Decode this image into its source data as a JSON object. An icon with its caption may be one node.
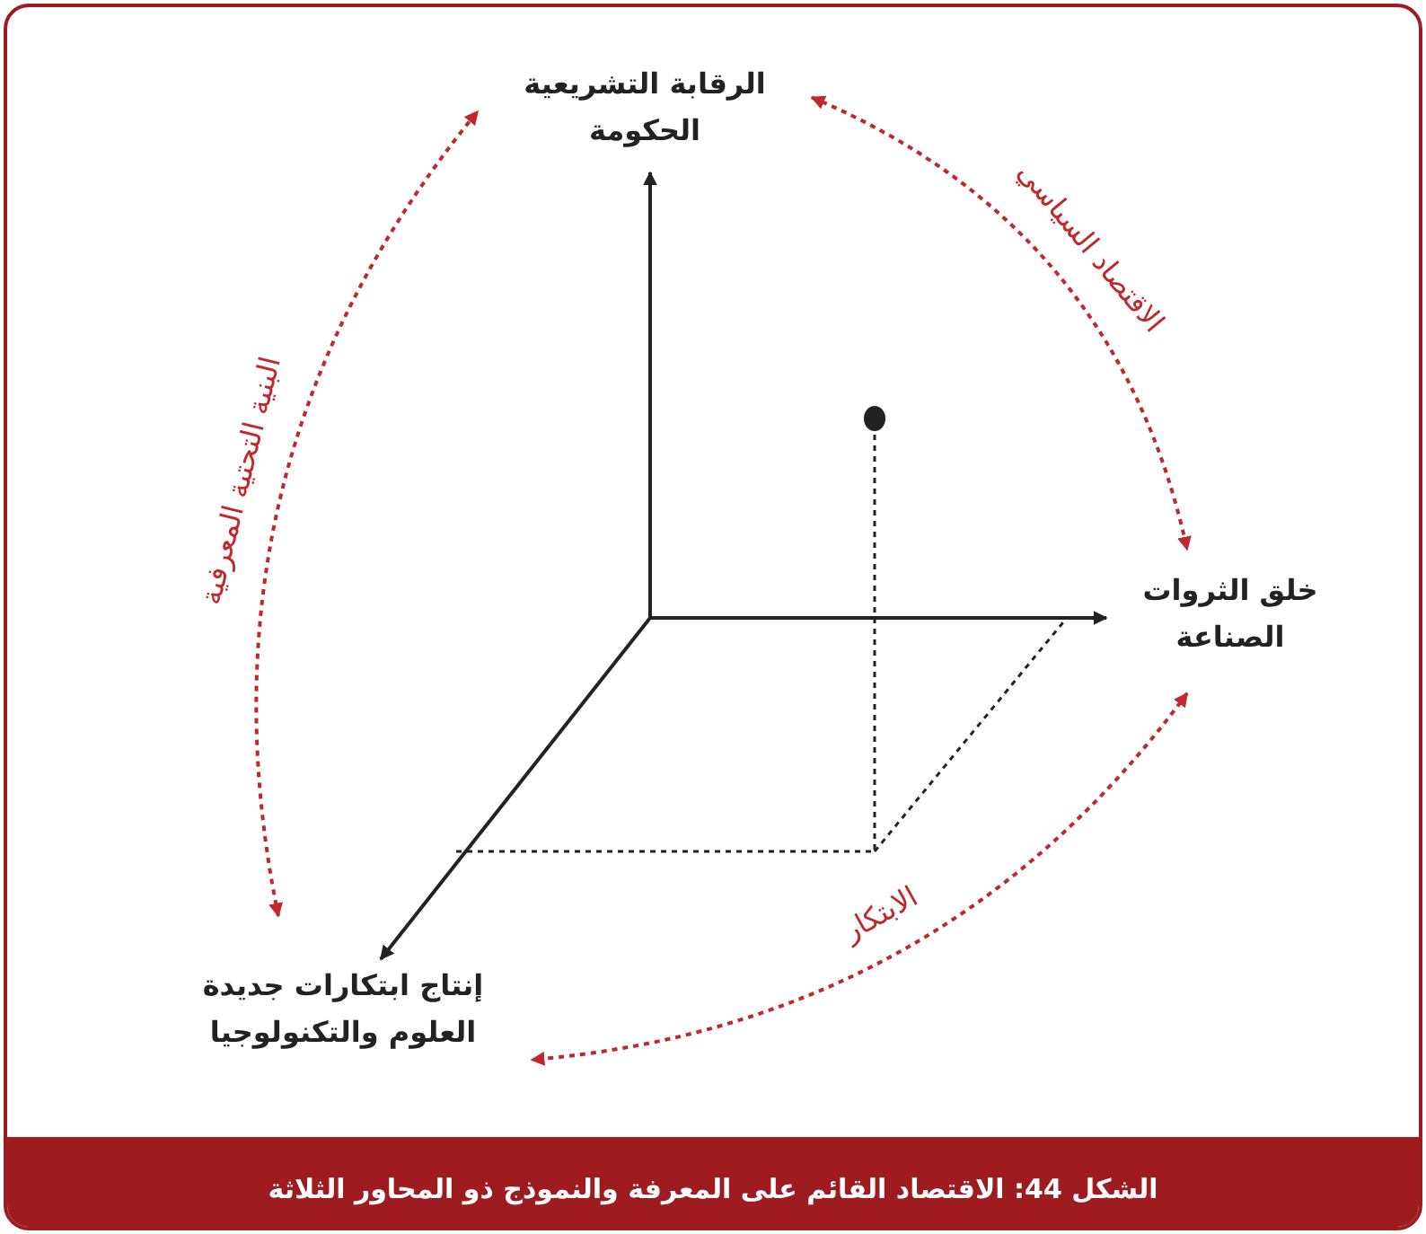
{
  "diagram": {
    "caption": "الشكل 44: الاقتصاد القائم على المعرفة والنموذج ذو المحاور الثلاثة",
    "nodes": [
      {
        "text": [
          "الرقابة التشريعية الحكومة"
        ]
      },
      {
        "text": [
          "خلق الثروات الصناعة"
        ]
      },
      {
        "text": [
          "إنتاج ابتكارات جديدة العلوم والتكنولوجيا"
        ]
      }
    ],
    "edges": [
      {
        "from": 0,
        "to": 1,
        "arrow": "both",
        "style": "dashed",
        "label": "الاقتصاد السياسي"
      },
      {
        "from": 1,
        "to": 2,
        "arrow": "both",
        "style": "dashed",
        "label": "الابتكار"
      },
      {
        "from": 2,
        "to": 0,
        "arrow": "both",
        "style": "dashed",
        "label": "البنية التحتية المعرفية"
      }
    ]
  }
}
